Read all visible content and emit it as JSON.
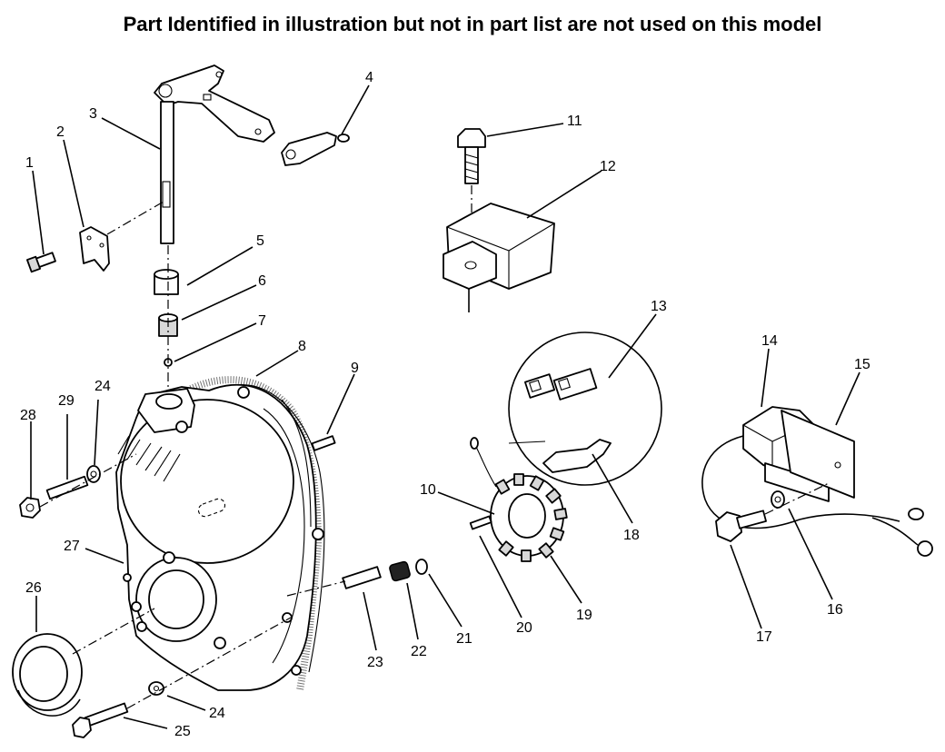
{
  "title": "Part Identified in illustration but not in part list are not used on this model",
  "callouts": [
    "1",
    "2",
    "3",
    "4",
    "5",
    "6",
    "7",
    "8",
    "9",
    "10",
    "11",
    "12",
    "13",
    "14",
    "15",
    "16",
    "17",
    "18",
    "19",
    "20",
    "21",
    "22",
    "23",
    "24",
    "24",
    "25",
    "26",
    "27",
    "28",
    "29"
  ]
}
